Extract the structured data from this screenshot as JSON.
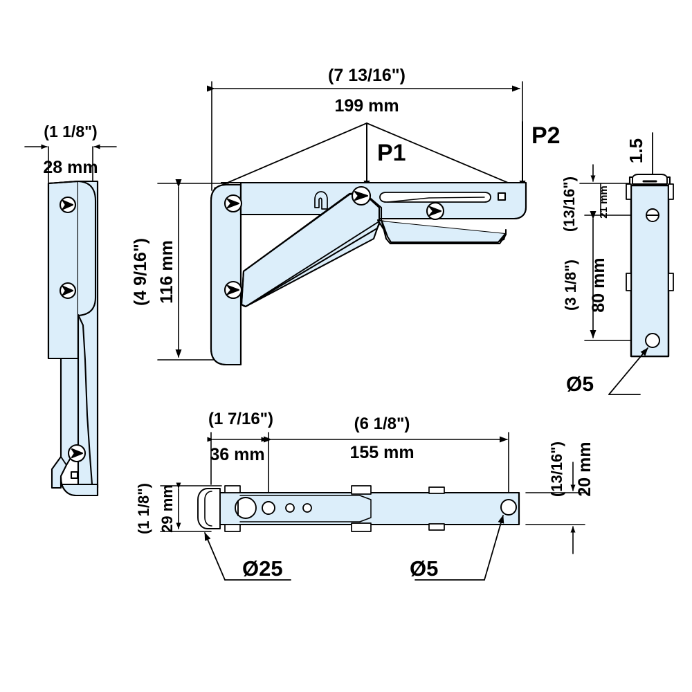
{
  "document": {
    "type": "technical-drawing",
    "title": "Folding shelf bracket dimensioned drawing",
    "units": "mm",
    "line_color": "#000000",
    "fill_color": "#dceefa",
    "background_color": "#ffffff"
  },
  "views": {
    "side": {
      "name": "side-view",
      "position": "left"
    },
    "front": {
      "name": "front-view-main",
      "position": "center-top"
    },
    "end": {
      "name": "end-view",
      "position": "right"
    },
    "plan": {
      "name": "plan-view-folded",
      "position": "center-bottom"
    }
  },
  "dimensions": {
    "side_thickness_inch": "(1 1/8\")",
    "side_thickness_mm": "28 mm",
    "front_length_inch": "(7 13/16\")",
    "front_length_mm": "199 mm",
    "front_height_inch": "(4 9/16\")",
    "front_height_mm": "116 mm",
    "end_top_thickness": "1.5",
    "end_offset_inch": "(13/16\")",
    "end_offset_mm": "21 mm",
    "end_hole_spacing_inch": "(3 1/8\")",
    "end_hole_spacing_mm": "80 mm",
    "plan_short_inch": "(1 7/16\")",
    "plan_short_mm": "36 mm",
    "plan_long_inch": "(6 1/8\")",
    "plan_long_mm": "155 mm",
    "plan_width_inch": "(1 1/8\")",
    "plan_width_mm": "29 mm",
    "plan_edge_inch": "(13/16\")",
    "plan_edge_mm": "20 mm"
  },
  "load_labels": {
    "p1": "P1",
    "p2": "P2"
  },
  "hole_callouts": {
    "end_view_hole": "Ø5",
    "plan_large_hole": "Ø25",
    "plan_small_hole": "Ø5"
  }
}
